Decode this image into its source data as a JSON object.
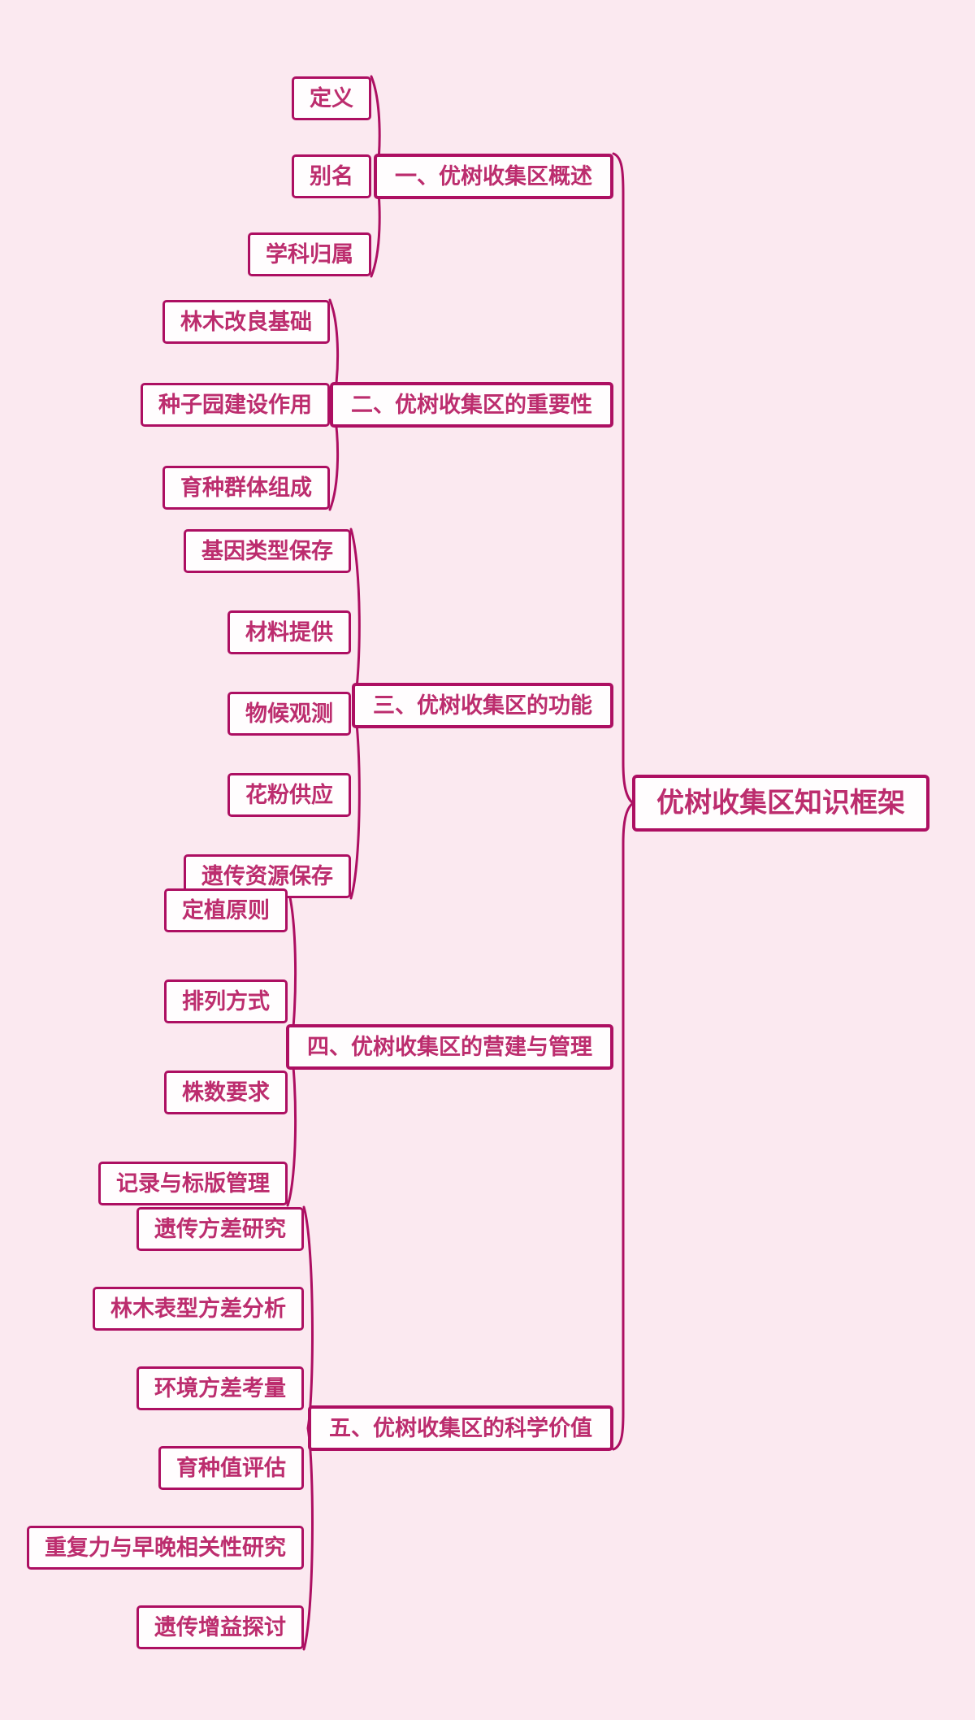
{
  "root": {
    "label": "优树收集区知识框架"
  },
  "branches": [
    {
      "label": "一、优树收集区概述",
      "children": [
        "定义",
        "别名",
        "学科归属"
      ]
    },
    {
      "label": "二、优树收集区的重要性",
      "children": [
        "林木改良基础",
        "种子园建设作用",
        "育种群体组成"
      ]
    },
    {
      "label": "三、优树收集区的功能",
      "children": [
        "基因类型保存",
        "材料提供",
        "物候观测",
        "花粉供应",
        "遗传资源保存"
      ]
    },
    {
      "label": "四、优树收集区的营建与管理",
      "children": [
        "定植原则",
        "排列方式",
        "株数要求",
        "记录与标版管理"
      ]
    },
    {
      "label": "五、优树收集区的科学价值",
      "children": [
        "遗传方差研究",
        "林木表型方差分析",
        "环境方差考量",
        "育种值评估",
        "重复力与早晚相关性研究",
        "遗传增益探讨"
      ]
    }
  ],
  "colors": {
    "background": "#fbe9f0",
    "box_fill": "#fffdfe",
    "line": "#ad0f62",
    "text": "#bc2d6e"
  }
}
